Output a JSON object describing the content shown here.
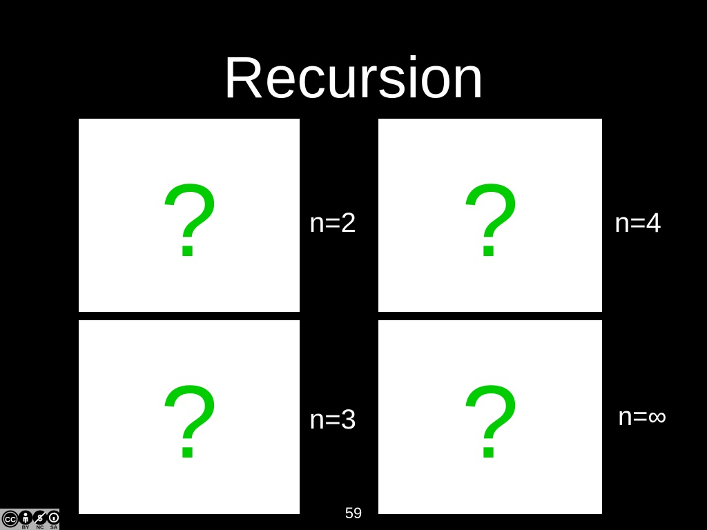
{
  "slide": {
    "title": "Recursion",
    "page_number": "59",
    "background_color": "#000000",
    "title_color": "#ffffff",
    "accent_color": "#00cc00",
    "panel_color": "#ffffff"
  },
  "panels": [
    {
      "id": "n2",
      "placeholder_glyph": "?",
      "label": "n=2",
      "position": "top-left"
    },
    {
      "id": "n4",
      "placeholder_glyph": "?",
      "label": "n=4",
      "position": "top-right"
    },
    {
      "id": "n3",
      "placeholder_glyph": "?",
      "label": "n=3",
      "position": "bottom-left"
    },
    {
      "id": "ninf",
      "placeholder_glyph": "?",
      "label": "n=∞",
      "position": "bottom-right"
    }
  ],
  "license": {
    "name": "cc-by-nc-sa-badge",
    "marks": [
      "CC",
      "BY",
      "NC",
      "SA"
    ],
    "by_label": "BY",
    "nc_label": "NC",
    "sa_label": "SA",
    "cc_label": "CC"
  }
}
